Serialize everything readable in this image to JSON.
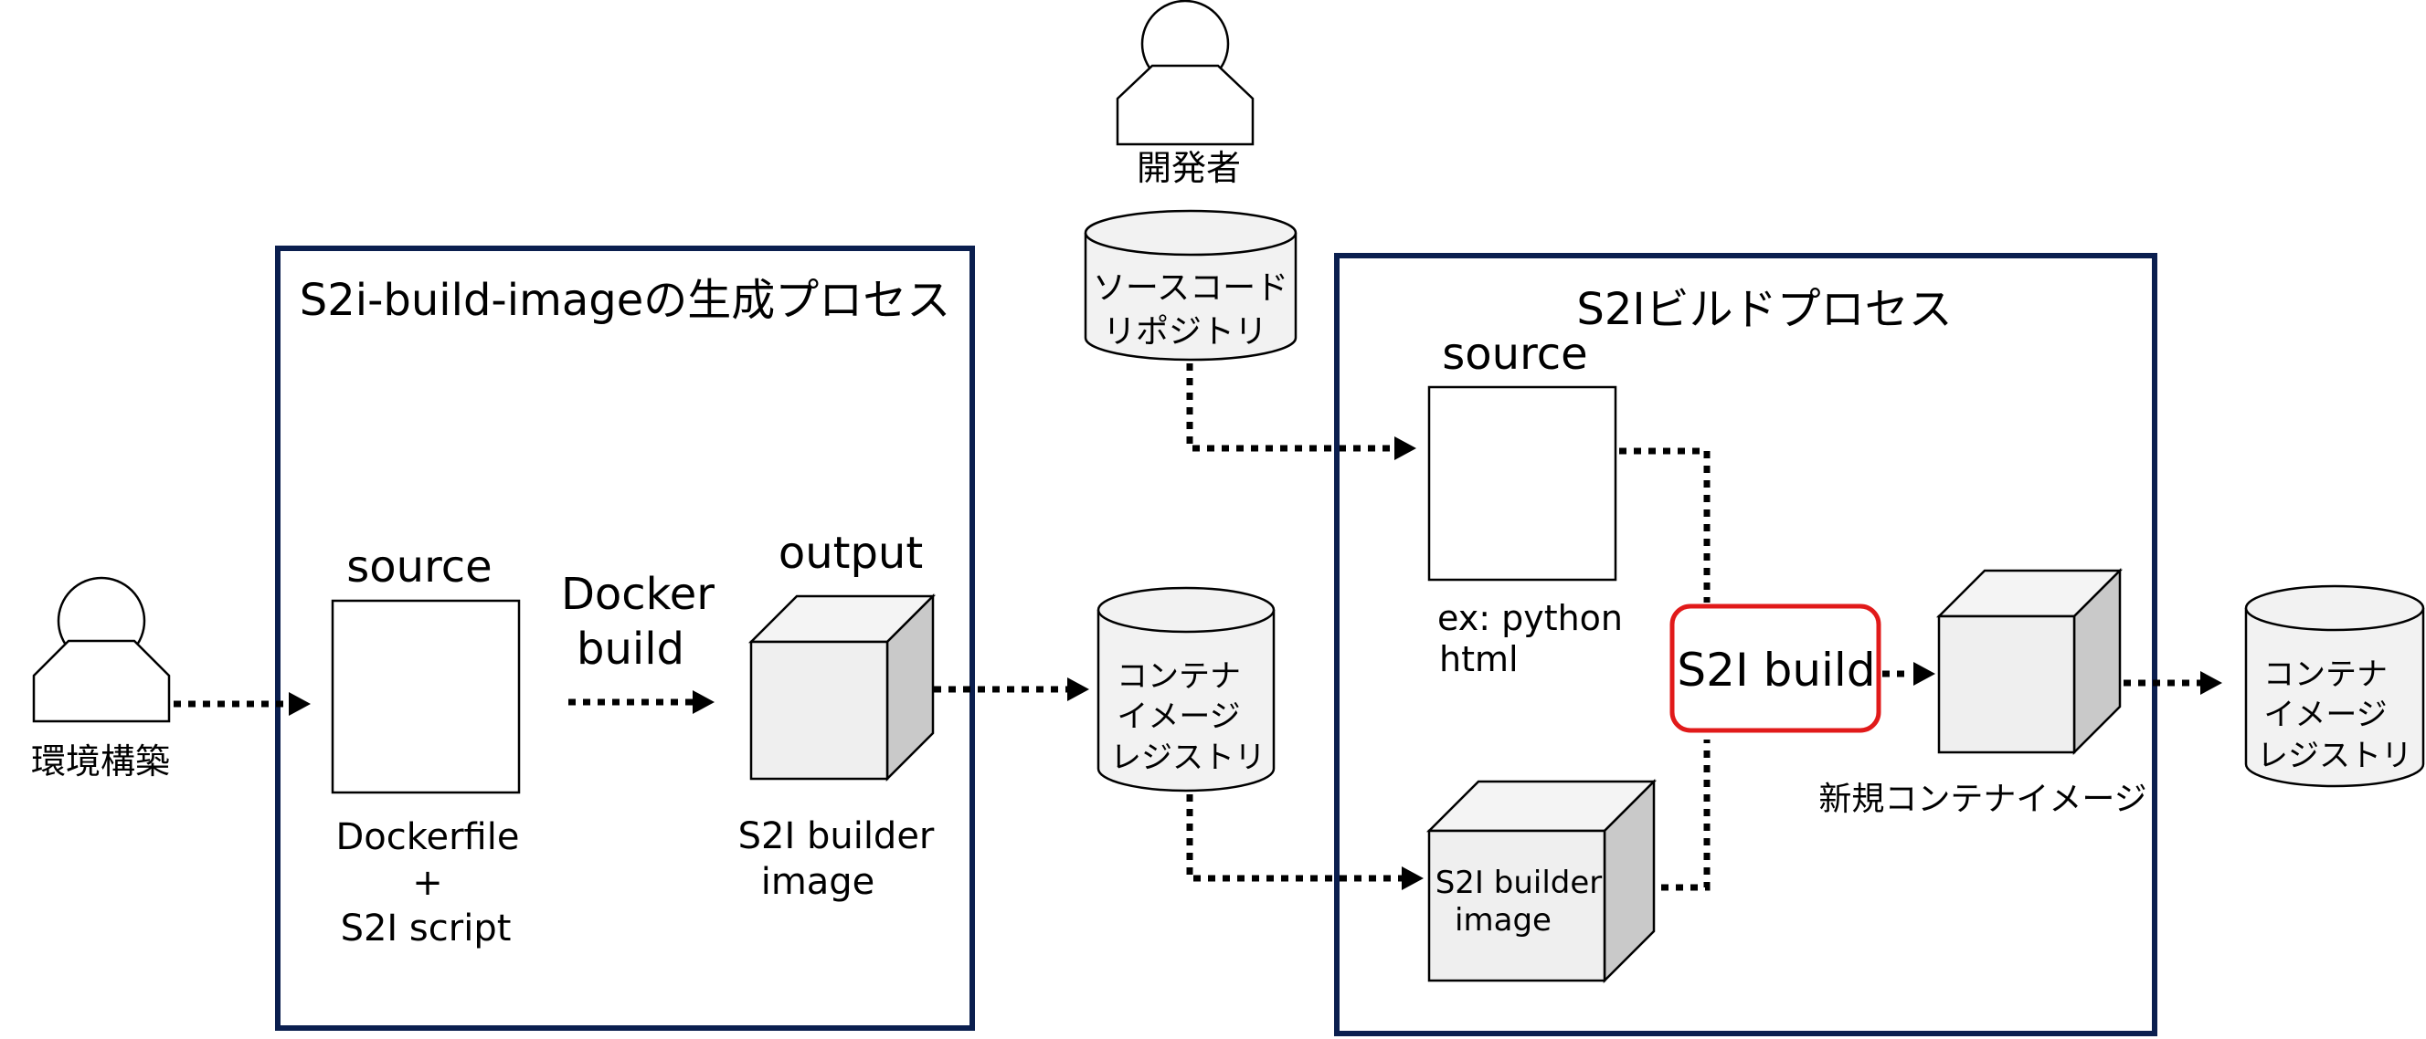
{
  "colors": {
    "frame": "#0b1f4f",
    "highlight": "#e11a1a",
    "cube_front": "#efefef",
    "cube_top": "#f4f4f4",
    "cube_side": "#c9c9c9",
    "cylinder": "#f2f2f2"
  },
  "icons": [
    "person-icon",
    "database-cylinder-icon",
    "cube-icon",
    "arrow-icon"
  ],
  "left_process": {
    "title": "S2i-build-imageの生成プロセス",
    "source_label": "source",
    "docker_build_line1": "Docker",
    "docker_build_line2": "build",
    "output_label": "output",
    "dockerfile_line1": "Dockerfile",
    "dockerfile_line2": "+",
    "dockerfile_line3": "S2I script",
    "builder_line1": "S2I builder",
    "builder_line2": "image"
  },
  "env_person": {
    "label": "環境構築"
  },
  "developer": {
    "label": "開発者"
  },
  "source_repo": {
    "line1": "ソースコード",
    "line2": "リポジトリ"
  },
  "container_registry_mid": {
    "line1": "コンテナ",
    "line2": "イメージ",
    "line3": "レジストリ"
  },
  "right_process": {
    "title": "S2Iビルドプロセス",
    "source_label": "source",
    "source_example_line1": "ex: python",
    "source_example_line2": "html",
    "s2i_build": "S2I build",
    "builder_line1": "S2I builder",
    "builder_line2": "image",
    "new_image_label": "新規コンテナイメージ"
  },
  "container_registry_right": {
    "line1": "コンテナ",
    "line2": "イメージ",
    "line3": "レジストリ"
  }
}
